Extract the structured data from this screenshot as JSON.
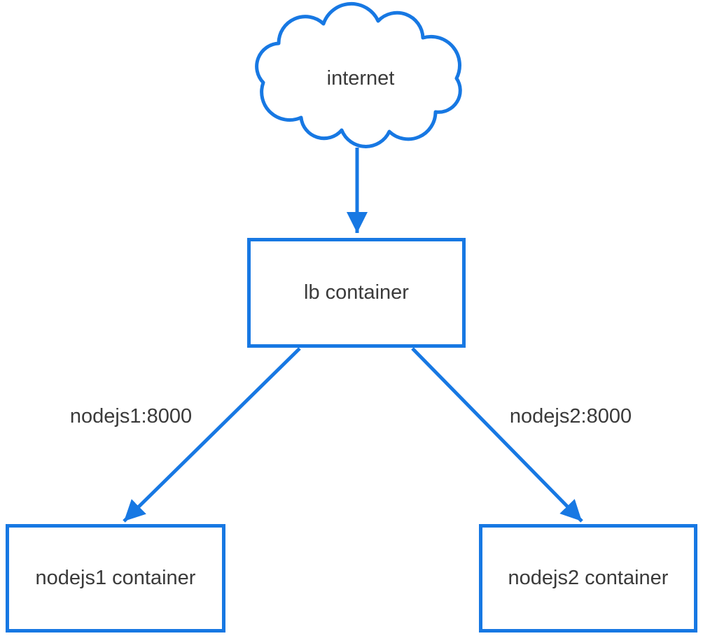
{
  "canvas": {
    "background": "#ffffff"
  },
  "colors": {
    "shape_stroke": "#1778e3",
    "shape_fill": "#ffffff",
    "label_text": "#3a3a3a"
  },
  "nodes": {
    "internet": {
      "label": "internet",
      "shape": "cloud"
    },
    "lb": {
      "label": "lb container",
      "shape": "rectangle"
    },
    "nodejs1": {
      "label": "nodejs1 container",
      "shape": "rectangle"
    },
    "nodejs2": {
      "label": "nodejs2 container",
      "shape": "rectangle"
    }
  },
  "edges": {
    "internet_to_lb": {
      "from": "internet",
      "to": "lb",
      "label": ""
    },
    "lb_to_nodejs1": {
      "from": "lb",
      "to": "nodejs1",
      "label": "nodejs1:8000"
    },
    "lb_to_nodejs2": {
      "from": "lb",
      "to": "nodejs2",
      "label": "nodejs2:8000"
    }
  }
}
